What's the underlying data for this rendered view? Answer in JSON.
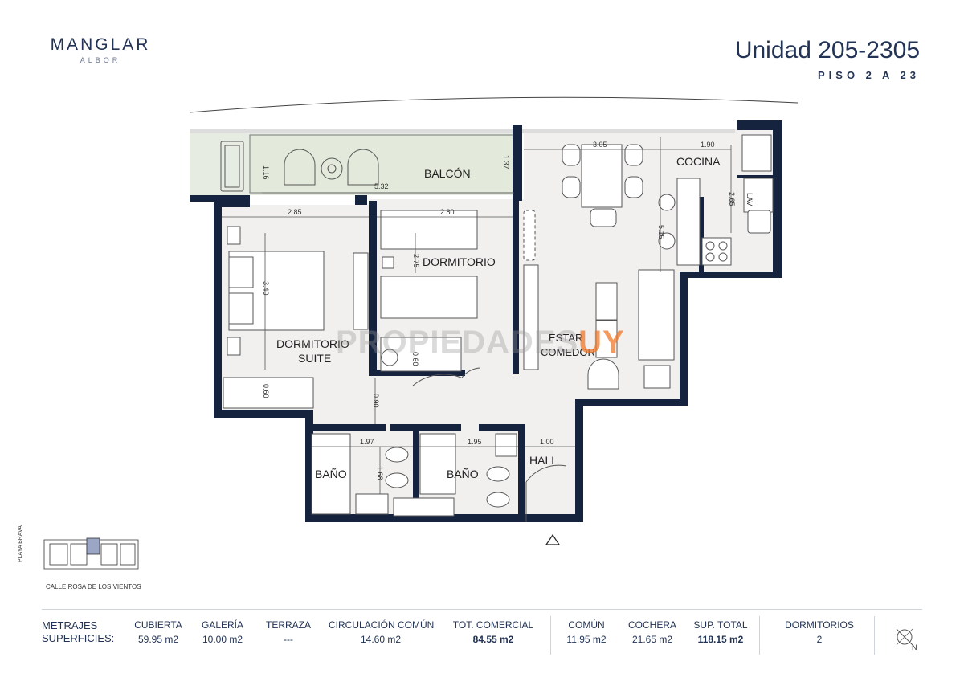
{
  "brand": {
    "name": "MANGLAR",
    "sub": "ALBOR"
  },
  "unit": {
    "title": "Unidad 205-2305",
    "floor": "PISO 2 A 23"
  },
  "rooms": {
    "balcon": "BALCÓN",
    "cocina": "COCINA",
    "lav": "LAV",
    "dormitorio": "DORMITORIO",
    "suite_line1": "DORMITORIO",
    "suite_line2": "SUITE",
    "estar_line1": "ESTAR",
    "estar_line2": "COMEDOR",
    "bano1": "BAÑO",
    "bano2": "BAÑO",
    "hall": "HALL"
  },
  "dimensions": {
    "d_116": "1.16",
    "d_532": "5.32",
    "d_137": "1.37",
    "d_305": "3.05",
    "d_190": "1.90",
    "d_265": "2.65",
    "d_515": "5.15",
    "d_285": "2.85",
    "d_280": "2.80",
    "d_340": "3.40",
    "d_275": "2.75",
    "d_060a": "0.60",
    "d_060b": "0.60",
    "d_090": "0.90",
    "d_197": "1.97",
    "d_168": "1.68",
    "d_195": "1.95",
    "d_100": "1.00"
  },
  "watermark": {
    "main": "PROPIEDADES",
    "accent": "UY"
  },
  "keyplan": {
    "street": "CALLE ROSA DE LOS VIENTOS",
    "beach": "PLAYA BRAVA"
  },
  "footer": {
    "metrajes_line1": "METRAJES",
    "metrajes_line2": "SUPERFICIES:",
    "cols": [
      {
        "label": "CUBIERTA",
        "value": "59.95 m2"
      },
      {
        "label": "GALERÍA",
        "value": "10.00 m2"
      },
      {
        "label": "TERRAZA",
        "value": "---"
      },
      {
        "label": "CIRCULACIÓN COMÚN",
        "value": "14.60 m2"
      },
      {
        "label": "TOT. COMERCIAL",
        "value": "84.55 m2"
      },
      {
        "label": "COMÚN",
        "value": "11.95 m2"
      },
      {
        "label": "COCHERA",
        "value": "21.65 m2"
      },
      {
        "label": "SUP. TOTAL",
        "value": "118.15 m2"
      },
      {
        "label": "DORMITORIOS",
        "value": "2"
      }
    ],
    "north": "N"
  },
  "colors": {
    "wall": "#16233f",
    "balcony": "#e6ece1",
    "floor": "#f1f0ef",
    "accent": "#223355",
    "watermark_accent": "#f07828"
  }
}
